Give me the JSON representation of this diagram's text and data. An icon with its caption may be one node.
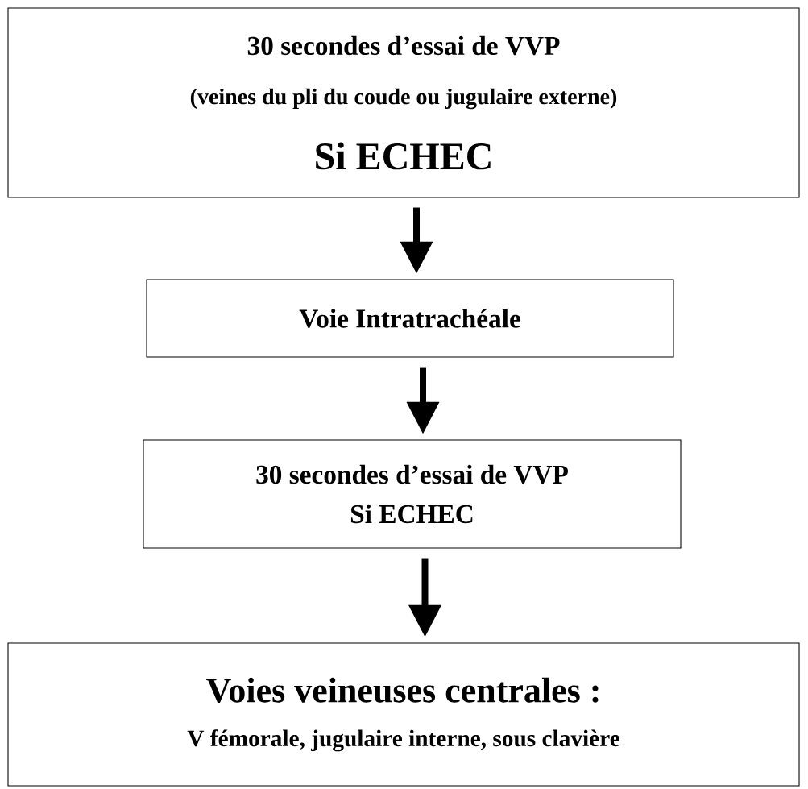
{
  "diagram": {
    "nodes": [
      {
        "text": [
          "30 secondes d’essai de VVP",
          "(veines du pli du coude ou jugulaire externe)",
          "Si ECHEC"
        ]
      },
      {
        "text": [
          "Voie Intratrachéale"
        ]
      },
      {
        "text": [
          "30 secondes d’essai de VVP",
          "Si ECHEC"
        ]
      },
      {
        "text": [
          "Voies veineuses centrales :",
          "V fémorale, jugulaire interne, sous clavière"
        ]
      }
    ],
    "edges": [
      {
        "from": 0,
        "to": 1,
        "arrow": "to"
      },
      {
        "from": 1,
        "to": 2,
        "arrow": "to"
      },
      {
        "from": 2,
        "to": 3,
        "arrow": "to"
      }
    ]
  }
}
